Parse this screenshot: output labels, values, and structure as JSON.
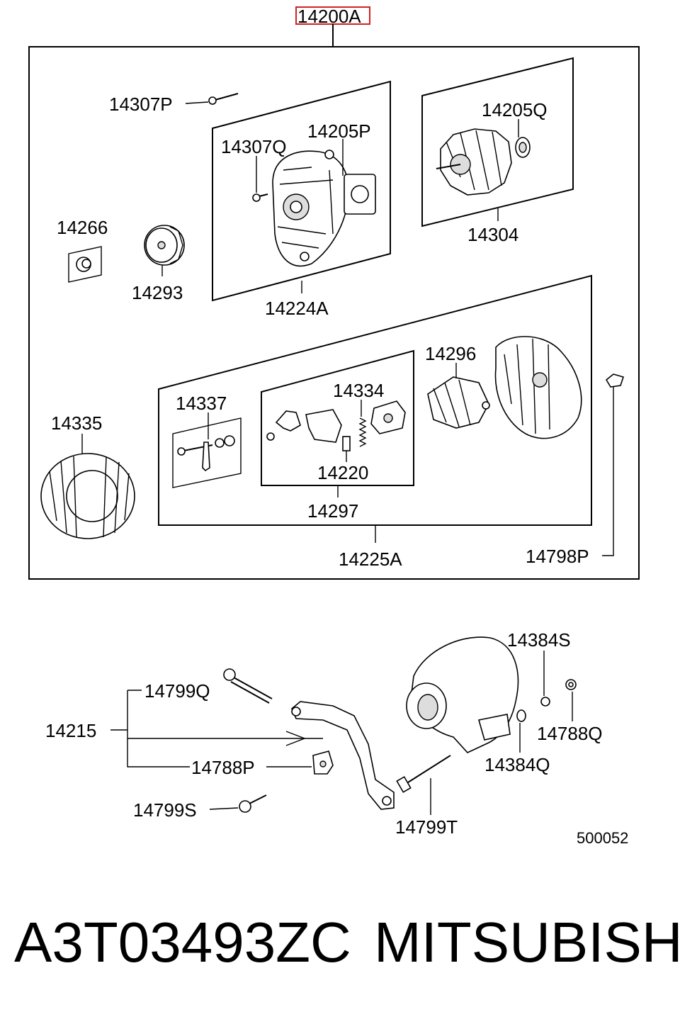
{
  "parts": {
    "assembly": "14200A",
    "screw_bolt": "14307P",
    "screw_small": "14307Q",
    "shaft_bearing": "14205P",
    "rotor_bearing": "14205Q",
    "front_bracket": "14224A",
    "rotor": "14304",
    "insulator": "14266",
    "pulley": "14293",
    "stator": "14335",
    "terminal_kit": "14337",
    "rectifier": "14296",
    "brush_spring": "14334",
    "brush": "14220",
    "regulator": "14297",
    "rear_bracket": "14225A",
    "through_bolt": "14798P",
    "nut_right": "14384S",
    "bolt_upper": "14799Q",
    "bracket_assy": "14215",
    "nut_far_right": "14788Q",
    "spacer": "14788P",
    "washer": "14384Q",
    "bolt_lower": "14799S",
    "long_bolt": "14799T"
  },
  "diagram_id": "500052",
  "caption": {
    "part_number": "A3T03493ZC",
    "brand": "MITSUBISHI"
  },
  "colors": {
    "highlight": "#d42020",
    "ink": "#000000",
    "background": "#ffffff"
  }
}
